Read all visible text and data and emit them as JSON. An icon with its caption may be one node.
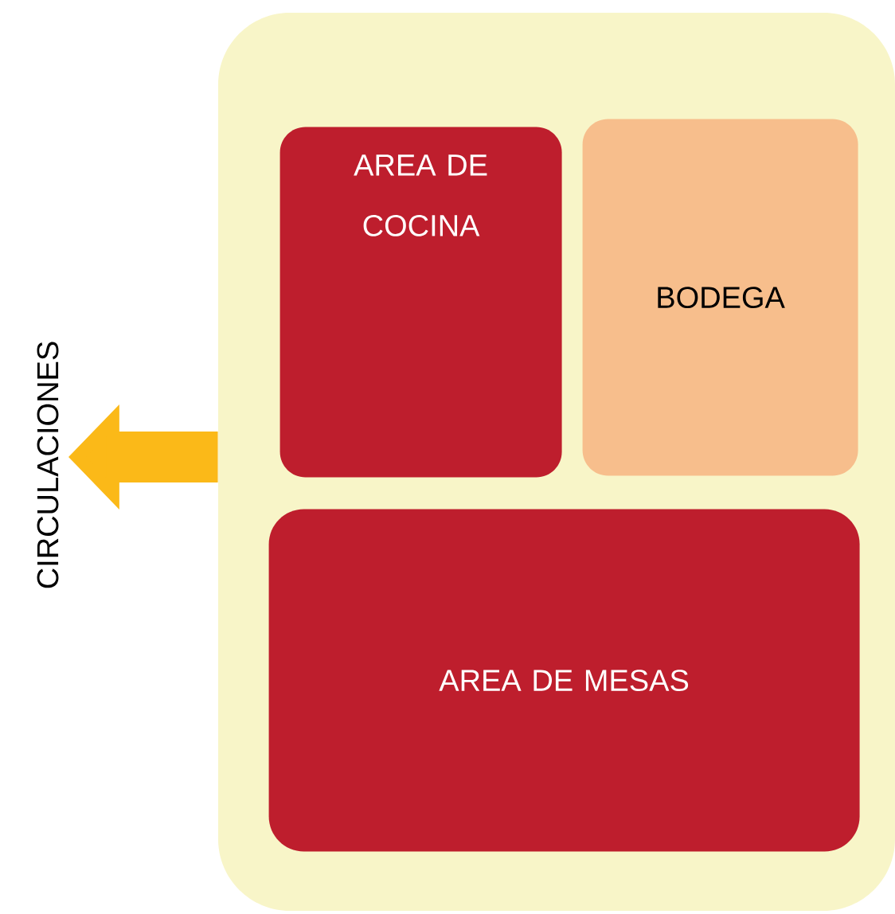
{
  "diagram": {
    "nodes": [
      {
        "text": [],
        "shape": "box"
      },
      {
        "text": [
          "AREA DE COCINA"
        ],
        "in": 0
      },
      {
        "text": [
          "BODEGA"
        ],
        "in": 0
      },
      {
        "text": [
          "AREA DE MESAS"
        ],
        "in": 0
      },
      {
        "text": [
          "CIRCULACIONES"
        ]
      }
    ],
    "edges": [
      {
        "from": 0,
        "to": 4,
        "arrow": "to",
        "color": "#fbb918"
      }
    ]
  }
}
